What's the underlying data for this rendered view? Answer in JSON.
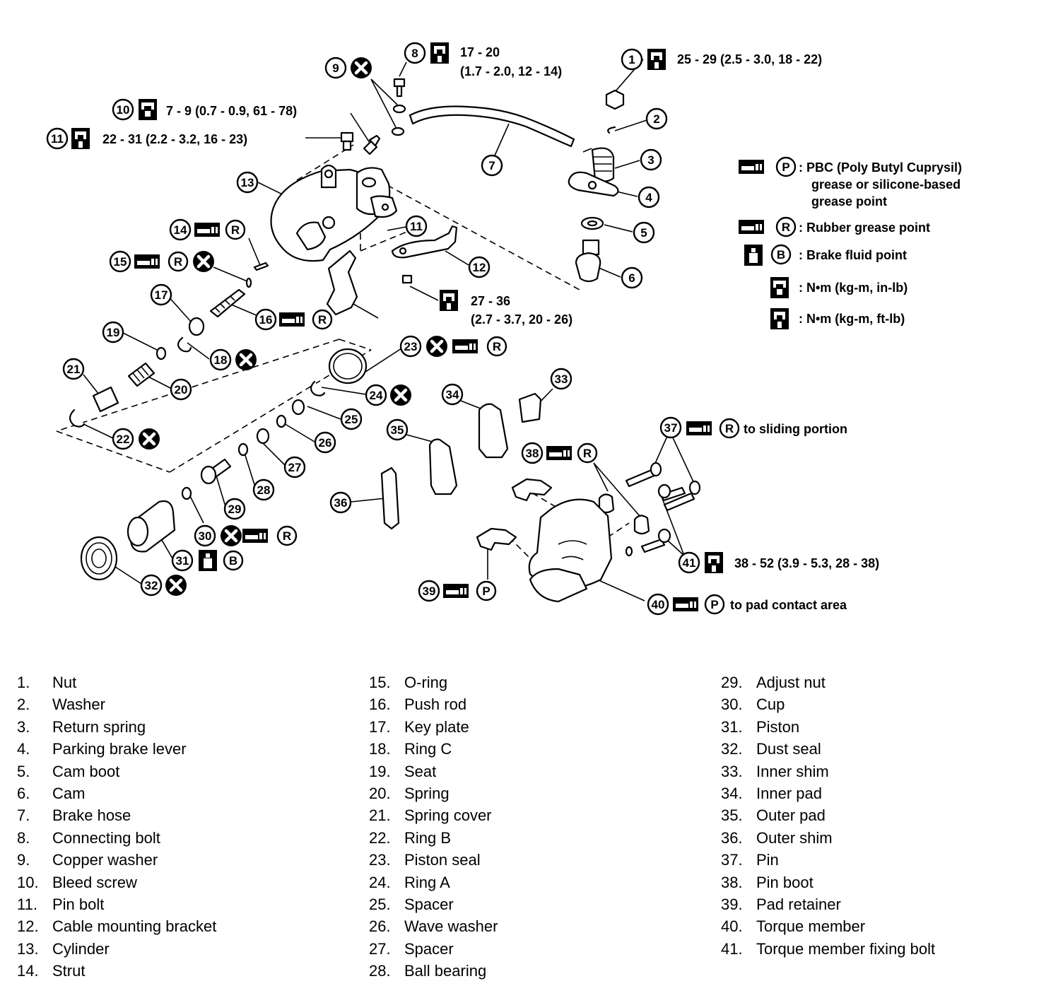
{
  "specs": {
    "s1": "25 - 29 (2.5 - 3.0, 18 - 22)",
    "s8a": "17 - 20",
    "s8b": "(1.7 - 2.0, 12 - 14)",
    "s10": "7 - 9 (0.7 - 0.9, 61 - 78)",
    "s11": "22 - 31 (2.2 - 3.2, 16 - 23)",
    "s12a": "27 - 36",
    "s12b": "(2.7 - 3.7, 20 - 26)",
    "s41": "38 - 52 (3.9 - 5.3, 28 - 38)",
    "s37": "to sliding portion",
    "s40": "to pad contact area"
  },
  "legend": {
    "pbc1": ": PBC (Poly Butyl Cuprysil)",
    "pbc2": "grease or silicone-based",
    "pbc3": "grease point",
    "rubber": ": Rubber grease point",
    "fluid": ": Brake fluid point",
    "inlb": ": N•m (kg-m, in-lb)",
    "ftlb": ": N•m (kg-m, ft-lb)"
  },
  "badges": {
    "p": "P",
    "r": "R",
    "b": "B"
  },
  "callouts": [
    "1",
    "2",
    "3",
    "4",
    "5",
    "6",
    "7",
    "8",
    "9",
    "10",
    "11",
    "12",
    "13",
    "14",
    "15",
    "16",
    "17",
    "18",
    "19",
    "20",
    "21",
    "22",
    "23",
    "24",
    "25",
    "26",
    "27",
    "28",
    "29",
    "30",
    "31",
    "32",
    "33",
    "34",
    "35",
    "36",
    "37",
    "38",
    "39",
    "40",
    "41"
  ],
  "parts": [
    {
      "num": "1.",
      "name": "Nut"
    },
    {
      "num": "2.",
      "name": "Washer"
    },
    {
      "num": "3.",
      "name": "Return spring"
    },
    {
      "num": "4.",
      "name": "Parking brake lever"
    },
    {
      "num": "5.",
      "name": "Cam boot"
    },
    {
      "num": "6.",
      "name": "Cam"
    },
    {
      "num": "7.",
      "name": "Brake hose"
    },
    {
      "num": "8.",
      "name": "Connecting bolt"
    },
    {
      "num": "9.",
      "name": "Copper washer"
    },
    {
      "num": "10.",
      "name": "Bleed screw"
    },
    {
      "num": "11.",
      "name": "Pin bolt"
    },
    {
      "num": "12.",
      "name": "Cable mounting bracket"
    },
    {
      "num": "13.",
      "name": "Cylinder"
    },
    {
      "num": "14.",
      "name": "Strut"
    },
    {
      "num": "15.",
      "name": "O-ring"
    },
    {
      "num": "16.",
      "name": "Push rod"
    },
    {
      "num": "17.",
      "name": "Key plate"
    },
    {
      "num": "18.",
      "name": "Ring C"
    },
    {
      "num": "19.",
      "name": "Seat"
    },
    {
      "num": "20.",
      "name": "Spring"
    },
    {
      "num": "21.",
      "name": "Spring cover"
    },
    {
      "num": "22.",
      "name": "Ring B"
    },
    {
      "num": "23.",
      "name": "Piston seal"
    },
    {
      "num": "24.",
      "name": "Ring A"
    },
    {
      "num": "25.",
      "name": "Spacer"
    },
    {
      "num": "26.",
      "name": "Wave washer"
    },
    {
      "num": "27.",
      "name": "Spacer"
    },
    {
      "num": "28.",
      "name": "Ball bearing"
    },
    {
      "num": "29.",
      "name": "Adjust nut"
    },
    {
      "num": "30.",
      "name": "Cup"
    },
    {
      "num": "31.",
      "name": "Piston"
    },
    {
      "num": "32.",
      "name": "Dust seal"
    },
    {
      "num": "33.",
      "name": "Inner shim"
    },
    {
      "num": "34.",
      "name": "Inner pad"
    },
    {
      "num": "35.",
      "name": "Outer pad"
    },
    {
      "num": "36.",
      "name": "Outer shim"
    },
    {
      "num": "37.",
      "name": "Pin"
    },
    {
      "num": "38.",
      "name": "Pin boot"
    },
    {
      "num": "39.",
      "name": "Pad retainer"
    },
    {
      "num": "40.",
      "name": "Torque member"
    },
    {
      "num": "41.",
      "name": "Torque member fixing bolt"
    }
  ]
}
